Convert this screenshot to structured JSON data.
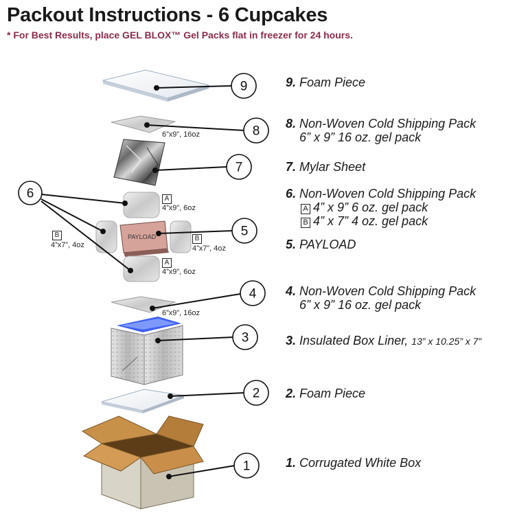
{
  "title": "Packout Instructions - 6 Cupcakes",
  "note": "* For Best Results, place GEL BLOX™ Gel Packs flat in freezer for 24 hours.",
  "steps": [
    {
      "num": "9.",
      "text": "Foam Piece"
    },
    {
      "num": "8.",
      "text": "Non-Woven Cold Shipping Pack",
      "sub": "6” x 9” 16 oz. gel pack"
    },
    {
      "num": "7.",
      "text": "Mylar Sheet"
    },
    {
      "num": "6.",
      "text": "Non-Woven Cold Shipping Pack",
      "subs": [
        {
          "letter": "A",
          "text": "4” x 9” 6 oz. gel pack"
        },
        {
          "letter": "B",
          "text": "4” x 7” 4 oz. gel pack"
        }
      ]
    },
    {
      "num": "5.",
      "text": "PAYLOAD"
    },
    {
      "num": "4.",
      "text": "Non-Woven Cold Shipping Pack",
      "sub": "6” x 9” 16 oz. gel pack"
    },
    {
      "num": "3.",
      "text": "Insulated Box Liner,",
      "dims": "13” x 10.25” x 7”"
    },
    {
      "num": "2.",
      "text": "Foam Piece"
    },
    {
      "num": "1.",
      "text": "Corrugated White Box"
    }
  ],
  "callouts": [
    "9",
    "8",
    "7",
    "6",
    "5",
    "4",
    "3",
    "2",
    "1"
  ],
  "labels": {
    "pack_8": "6”x9”, 16oz",
    "pack_4": "6”x9”, 16oz",
    "pack_a_top": "4”x9”, 6oz",
    "pack_a_bottom": "4”x9”, 6oz",
    "pack_b_left": "4”x7”, 4oz",
    "pack_b_right": "4”x7”, 4oz",
    "letter_a": "A",
    "letter_b": "B",
    "payload": "PAYLOAD"
  },
  "colors": {
    "title": "#1a1a1a",
    "note": "#8b2a4a",
    "cardboard": "#c8914a",
    "box_white": "#d9d4c8"
  }
}
